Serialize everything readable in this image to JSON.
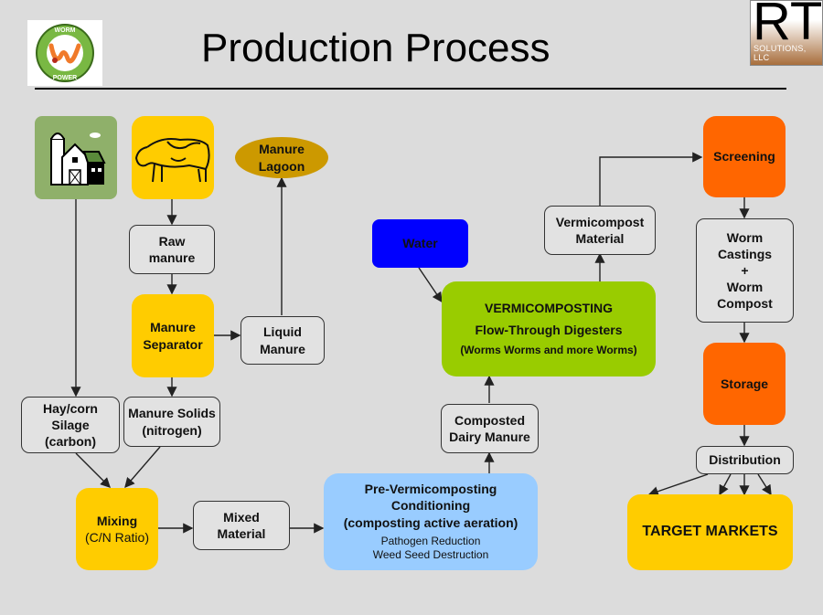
{
  "header": {
    "title": "Production Process",
    "left_logo": {
      "icon": "worm-power-logo",
      "top_text": "WORM",
      "bottom_text": "POWER"
    },
    "right_logo": {
      "icon": "rt-solutions-logo",
      "letters": "RT",
      "subtitle": "SOLUTIONS, LLC"
    }
  },
  "nodes": {
    "farm": {
      "icon": "farm-barn-icon"
    },
    "cow": {
      "icon": "cow-icon"
    },
    "manure_lagoon": {
      "line1": "Manure",
      "line2": "Lagoon"
    },
    "raw_manure": {
      "line1": "Raw",
      "line2": "manure"
    },
    "manure_separator": {
      "line1": "Manure",
      "line2": "Separator"
    },
    "liquid_manure": {
      "line1": "Liquid",
      "line2": "Manure"
    },
    "hay_silage": {
      "line1": "Hay/corn",
      "line2": "Silage",
      "line3": "(carbon)"
    },
    "manure_solids": {
      "line1": "Manure Solids",
      "line2": "(nitrogen)"
    },
    "mixing": {
      "line1": "Mixing",
      "line2": "(C/N Ratio)"
    },
    "mixed_material": {
      "line1": "Mixed",
      "line2": "Material"
    },
    "pre_vermi": {
      "line1": "Pre-Vermicomposting",
      "line2": "Conditioning",
      "line3": "(composting active aeration)",
      "line4": "Pathogen Reduction",
      "line5": "Weed Seed Destruction"
    },
    "composted_dairy": {
      "line1": "Composted",
      "line2": "Dairy Manure"
    },
    "water": {
      "label": "Water"
    },
    "vermicomposting": {
      "line1": "VERMICOMPOSTING",
      "line2": "Flow-Through Digesters",
      "line3": "(Worms Worms and more Worms)"
    },
    "vermicompost_material": {
      "line1": "Vermicompost",
      "line2": "Material"
    },
    "screening": {
      "label": "Screening"
    },
    "worm_castings": {
      "line1": "Worm",
      "line2": "Castings",
      "line3": "+",
      "line4": "Worm",
      "line5": "Compost"
    },
    "storage": {
      "label": "Storage"
    },
    "distribution": {
      "label": "Distribution"
    },
    "target_markets": {
      "label": "TARGET MARKETS"
    }
  },
  "colors": {
    "background": "#dcdcdc",
    "yellow": "#ffcc00",
    "orange": "#ff6600",
    "green": "#99cc00",
    "blue": "#0000ff",
    "light_blue": "#99ccff",
    "farm_green": "#8fb06a",
    "lagoon": "#cc9900"
  }
}
